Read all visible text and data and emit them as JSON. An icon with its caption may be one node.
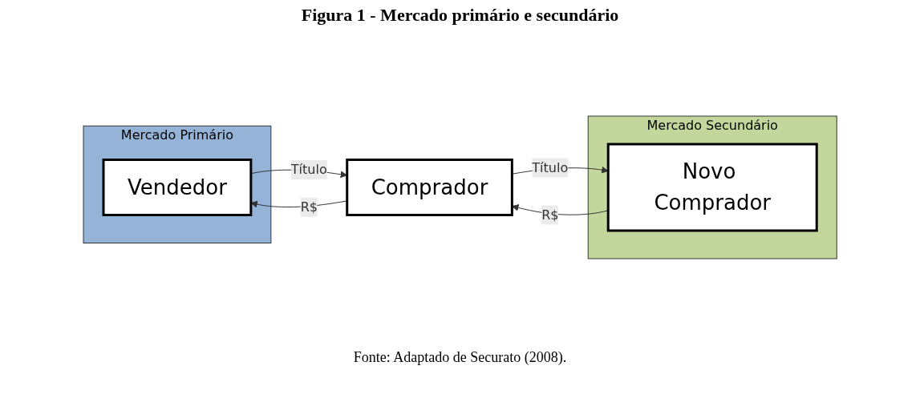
{
  "diagram": {
    "title": "Figura 1 - Mercado primário e secundário",
    "caption": "Fonte: Adaptado de Securato (2008).",
    "nodes": [
      {
        "text": [
          "Mercado Primário"
        ]
      },
      {
        "text": [
          "Vendedor"
        ],
        "in": 0
      },
      {
        "text": [
          "Comprador"
        ]
      },
      {
        "text": [
          "Mercado Secundário"
        ]
      },
      {
        "text": [
          "Novo Comprador"
        ],
        "in": 3
      }
    ],
    "edges": [
      {
        "from": 1,
        "to": 2,
        "arrow": "to",
        "label": "Título"
      },
      {
        "from": 2,
        "to": 1,
        "arrow": "to",
        "label": "R$"
      },
      {
        "from": 2,
        "to": 4,
        "arrow": "to",
        "label": "Título"
      },
      {
        "from": 4,
        "to": 2,
        "arrow": "to",
        "label": "R$"
      }
    ]
  }
}
